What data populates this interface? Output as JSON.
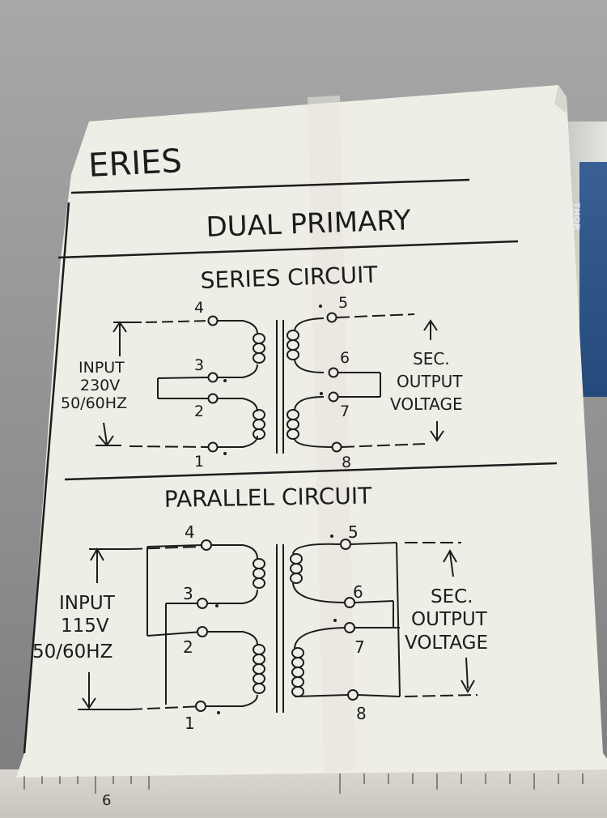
{
  "header": {
    "series_fragment": "ERIES",
    "dual_primary": "DUAL PRIMARY"
  },
  "series": {
    "title": "SERIES CIRCUIT",
    "input_lines": [
      "INPUT",
      "230V",
      "50/60HZ"
    ],
    "output_lines": [
      "SEC.",
      "OUTPUT",
      "VOLTAGE"
    ],
    "terminals": [
      "1",
      "2",
      "3",
      "4",
      "5",
      "6",
      "7",
      "8"
    ]
  },
  "parallel": {
    "title": "PARALLEL CIRCUIT",
    "input_lines": [
      "INPUT",
      "115V",
      "50/60HZ"
    ],
    "output_lines": [
      "SEC.",
      "OUTPUT",
      "VOLTAGE"
    ],
    "terminals": [
      "1",
      "2",
      "3",
      "4",
      "5",
      "6",
      "7",
      "8"
    ]
  },
  "box_label": "THOR",
  "ruler_number": "6",
  "colors": {
    "paper": "#efeee6",
    "ink": "#1c1c1c",
    "box_blue": "#2f5488",
    "background": "#9a9a9a"
  }
}
